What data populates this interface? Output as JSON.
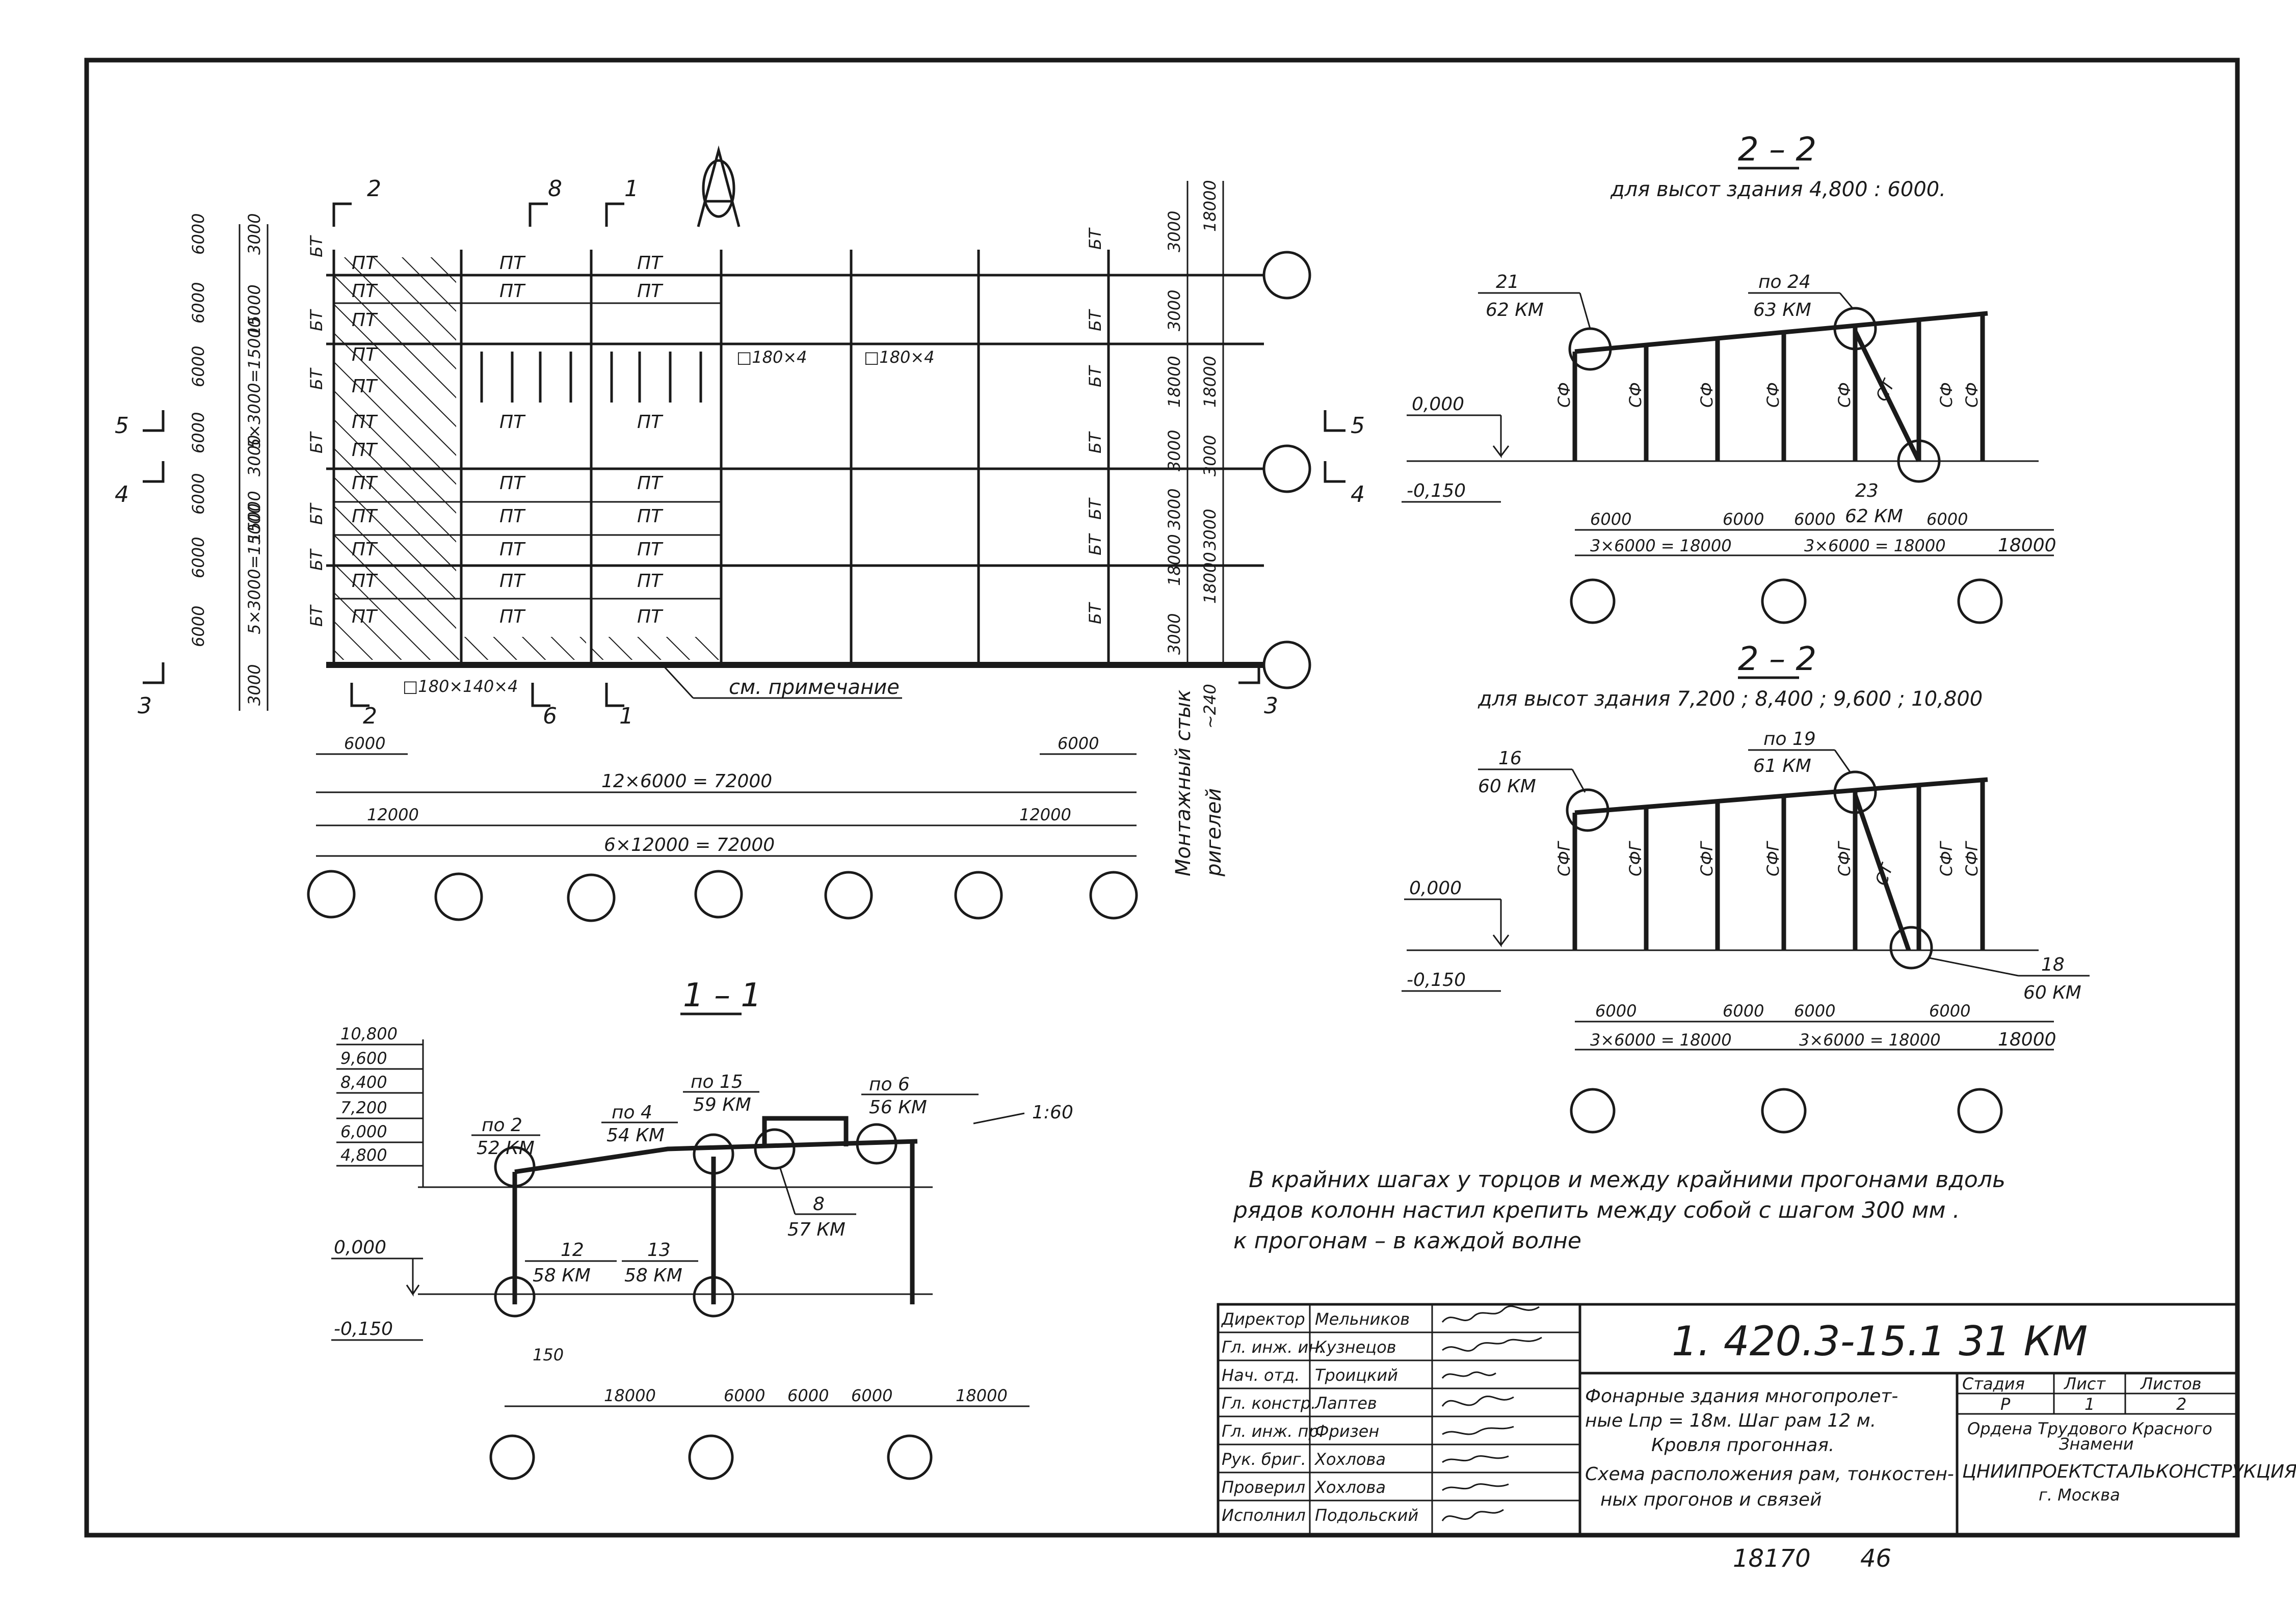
{
  "plan": {
    "section_marks_top": [
      "2",
      "8",
      "1"
    ],
    "section_marks_bottom": [
      "2",
      "6",
      "1"
    ],
    "section_marks_left": [
      "5",
      "4",
      "3"
    ],
    "section_marks_right": [
      "5",
      "4",
      "3"
    ],
    "left_dims_outer": [
      "6000",
      "6000",
      "6000",
      "6000",
      "6000",
      "6000",
      "6000"
    ],
    "left_dims_inner": [
      "3000",
      "15000",
      "5×3000=15000",
      "3000",
      "15000",
      "5×3000=15000",
      "3000"
    ],
    "right_dims_inner": [
      "3000",
      "3000",
      "18000",
      "3000",
      "3000",
      "18000",
      "3000"
    ],
    "right_dims_outer": [
      "18000",
      "18000",
      "3000",
      "3000",
      "18000"
    ],
    "purlin_label": "ПТ",
    "brace_label": "БТ",
    "angle_tags": [
      "□180×4",
      "□180×4"
    ],
    "bottom_angle_tag": "□180×140×4",
    "note_ref": "см. примечание",
    "dim_6000_left": "6000",
    "dim_6000_right": "6000",
    "dim_12x6000": "12×6000 = 72000",
    "dim_12000_left": "12000",
    "dim_12000_right": "12000",
    "dim_6x12000": "6×12000 = 72000",
    "vertical_note_1": "Монтажный стык",
    "vertical_note_2": "ригелей",
    "dim_240": "~240"
  },
  "section_22a": {
    "title": "2 – 2",
    "subtitle": "для высот здания 4,800 : 6000.",
    "ref_top_left": "21",
    "ref_top_left_doc": "62 КМ",
    "ref_top_mid": "по 24",
    "ref_top_mid_doc": "63 КМ",
    "ref_bottom": "23",
    "ref_bottom_doc": "62 КМ",
    "col_label": "СФ",
    "brace_label": "СТ",
    "level_0": "0,000",
    "level_m": "-0,150",
    "dims": [
      "6000",
      "6000",
      "6000",
      "6000"
    ],
    "dims_total": [
      "3×6000 = 18000",
      "3×6000 = 18000",
      "18000"
    ]
  },
  "section_22b": {
    "title": "2 – 2",
    "subtitle": "для высот здания 7,200 ; 8,400 ; 9,600 ; 10,800",
    "ref_top_left": "16",
    "ref_top_left_doc": "60 КМ",
    "ref_top_mid": "по 19",
    "ref_top_mid_doc": "61 КМ",
    "ref_bottom": "18",
    "ref_bottom_doc": "60 КМ",
    "col_label": "СФГ",
    "brace_label": "СТ",
    "level_0": "0,000",
    "level_m": "-0,150",
    "dims": [
      "6000",
      "6000",
      "6000",
      "6000"
    ],
    "dims_total": [
      "3×6000 = 18000",
      "3×6000 = 18000",
      "18000"
    ]
  },
  "section_11": {
    "title": "1 – 1",
    "heights": [
      "10,800",
      "9,600",
      "8,400",
      "7,200",
      "6,000",
      "4,800"
    ],
    "refs": [
      {
        "num": "по 2",
        "doc": "52 КМ"
      },
      {
        "num": "по 4",
        "doc": "54 КМ"
      },
      {
        "num": "по 15",
        "doc": "59 КМ"
      },
      {
        "num": "по 6",
        "doc": "56 КМ"
      },
      {
        "num": "8",
        "doc": "57 КМ"
      },
      {
        "num": "12",
        "doc": "58 КМ"
      },
      {
        "num": "13",
        "doc": "58 КМ"
      }
    ],
    "slope": "1:60",
    "level_0": "0,000",
    "level_m": "-0,150",
    "dim_150": "150",
    "dims": [
      "18000",
      "6000",
      "6000",
      "6000",
      "18000"
    ]
  },
  "note": {
    "line1": "В крайних шагах у торцов и между крайними прогонами вдоль",
    "line2": "рядов колонн настил крепить между собой с шагом 300 мм .",
    "line3": "к прогонам – в каждой волне"
  },
  "title_block": {
    "roles": [
      {
        "role": "Директор",
        "name": "Мельников"
      },
      {
        "role": "Гл. инж. ин.",
        "name": "Кузнецов"
      },
      {
        "role": "Нач. отд.",
        "name": "Троицкий"
      },
      {
        "role": "Гл. констр.",
        "name": "Лаптев"
      },
      {
        "role": "Гл. инж. пр.",
        "name": "Фризен"
      },
      {
        "role": "Рук. бриг.",
        "name": "Хохлова"
      },
      {
        "role": "Проверил",
        "name": "Хохлова"
      },
      {
        "role": "Исполнил",
        "name": "Подольский"
      }
    ],
    "doc_code": "1. 420.3-15.1 31 КМ",
    "description": [
      "Фонарные здания многопролет-",
      "ные  Lпр = 18м. Шаг рам 12 м.",
      "Кровля прогонная.",
      "Схема расположения рам, тонкостен-",
      "ных прогонов и связей"
    ],
    "col_stage": "Стадия",
    "col_sheet": "Лист",
    "col_sheets": "Листов",
    "val_stage": "Р",
    "val_sheet": "1",
    "val_sheets": "2",
    "org_line1": "Ордена Трудового Красного",
    "org_line2": "Знамени",
    "org_line3": "ЦНИИПРОЕКТСТАЛЬКОНСТРУКЦИЯ",
    "org_line4": "г. Москва"
  },
  "footer": {
    "archive_num": "18170",
    "page": "46"
  }
}
